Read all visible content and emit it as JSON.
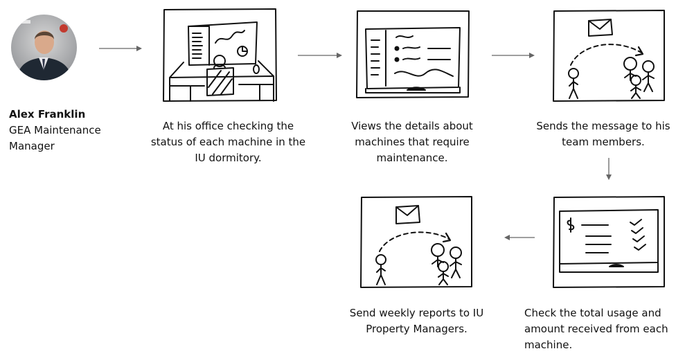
{
  "persona": {
    "name": "Alex Franklin",
    "role": "GEA Maintenance Manager",
    "avatar_icon": "person-photo"
  },
  "steps": [
    {
      "id": 1,
      "caption": "At his office  checking the status of each machine in the IU dormitory.",
      "icon": "office-desk-sketch"
    },
    {
      "id": 2,
      "caption": "Views the details about machines that require maintenance.",
      "icon": "monitor-list-sketch"
    },
    {
      "id": 3,
      "caption": "Sends the message to his team members.",
      "icon": "envelope-to-team-sketch"
    },
    {
      "id": 4,
      "caption": "Check the total usage and amount received from each machine.",
      "icon": "monitor-dollar-checklist-sketch"
    },
    {
      "id": 5,
      "caption": "Send weekly reports to IU Property Managers.",
      "icon": "envelope-to-managers-sketch"
    }
  ],
  "colors": {
    "ink": "#111111",
    "arrow": "#666666",
    "background": "#ffffff"
  }
}
